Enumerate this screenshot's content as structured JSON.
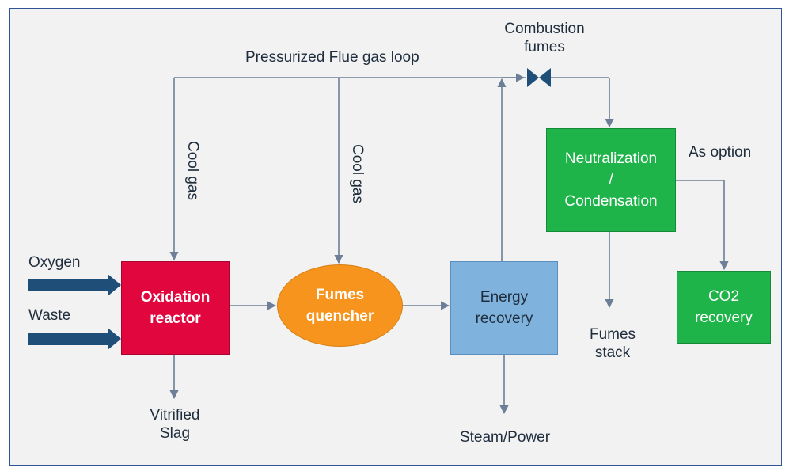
{
  "diagram": {
    "labels": {
      "loop": "Pressurized Flue gas loop",
      "combustion_fumes": "Combustion\nfumes",
      "cool_gas_left": "Cool gas",
      "cool_gas_right": "Cool gas",
      "oxygen": "Oxygen",
      "waste": "Waste",
      "vitrified_slag": "Vitrified\nSlag",
      "steam_power": "Steam/Power",
      "fumes_stack": "Fumes\nstack",
      "as_option": "As option"
    },
    "boxes": {
      "oxidation": "Oxidation\nreactor",
      "quencher": "Fumes\nquencher",
      "energy": "Energy\nrecovery",
      "neutralization": "Neutralization\n/\nCondensation",
      "co2": "CO2\nrecovery"
    },
    "colors": {
      "frame_border": "#2f5597",
      "wire": "#6c7f96",
      "input_arrow": "#1f4e79",
      "valve": "#1f4e79",
      "oxidation": "#e2063f",
      "quencher": "#f7941d",
      "energy": "#7fb2dd",
      "green": "#1fb44a"
    }
  }
}
